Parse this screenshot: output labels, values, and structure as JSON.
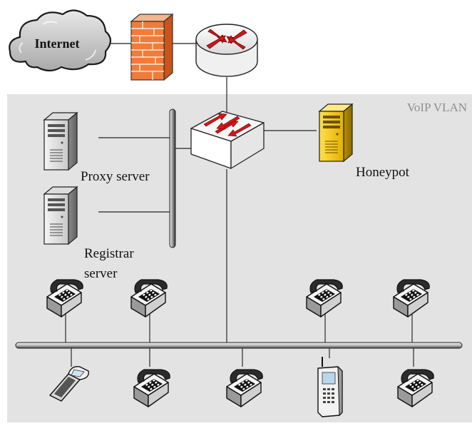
{
  "diagram": {
    "vlan": {
      "label": "VoIP VLAN",
      "background": "#e3e3e3"
    },
    "internet": {
      "label": "Internet",
      "icon": "cloud-icon"
    },
    "firewall": {
      "icon": "firewall-icon",
      "color": "#f07c3a"
    },
    "router": {
      "icon": "router-icon"
    },
    "switch": {
      "icon": "switch-icon",
      "arrow_color": "#d4161a"
    },
    "proxy_server": {
      "label": "Proxy server",
      "icon": "server-tower-icon"
    },
    "registrar_server": {
      "label_line1": "Registrar",
      "label_line2": "server",
      "icon": "server-tower-icon"
    },
    "honeypot": {
      "label": "Honeypot",
      "icon": "server-tower-icon",
      "color": "#f2c200"
    },
    "endpoints": [
      "desk-phone-icon",
      "mobile-phone-icon",
      "feature-phone-icon"
    ]
  }
}
